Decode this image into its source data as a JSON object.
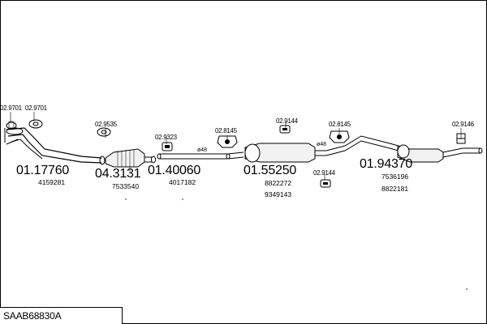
{
  "title": "SAAB68830A",
  "clamps": [
    {
      "id": "c1",
      "code": "02.9701"
    },
    {
      "id": "c2",
      "code": "02.9701"
    },
    {
      "id": "c3",
      "code": "02.9535"
    },
    {
      "id": "c4",
      "code": "02.9323"
    },
    {
      "id": "c5",
      "code": "02.8145"
    },
    {
      "id": "c6",
      "code": "02.9144"
    },
    {
      "id": "c7",
      "code": "02.8145"
    },
    {
      "id": "c8",
      "code": "02.9144"
    },
    {
      "id": "c9",
      "code": "02.9146"
    }
  ],
  "parts": [
    {
      "id": "p1",
      "number": "01.17760",
      "oem": [
        "4159281"
      ]
    },
    {
      "id": "p2",
      "number": "04.3131",
      "oem": [
        "7533540"
      ]
    },
    {
      "id": "p3",
      "number": "01.40060",
      "oem": [
        "4017182"
      ]
    },
    {
      "id": "p4",
      "number": "01.55250",
      "oem": [
        "8822272",
        "9349143"
      ]
    },
    {
      "id": "p5",
      "number": "01.94370",
      "oem": [
        "7536196",
        "8822181"
      ]
    }
  ],
  "diameters": [
    {
      "id": "d1",
      "label": "ø48"
    },
    {
      "id": "d2",
      "label": "ø48"
    }
  ]
}
